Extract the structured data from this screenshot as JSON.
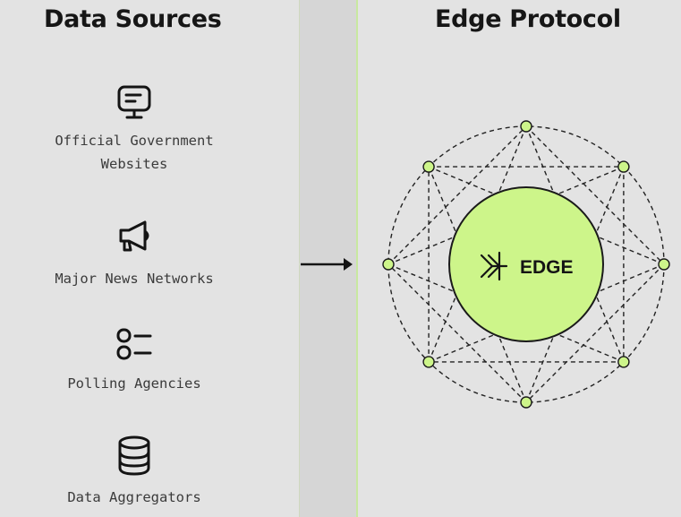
{
  "left_panel": {
    "title": "Data Sources"
  },
  "right_panel": {
    "title": "Edge Protocol"
  },
  "sources": [
    {
      "label_line1": "Official Government",
      "label_line2": "Websites",
      "icon": "monitor-icon"
    },
    {
      "label_line1": "Major News Networks",
      "icon": "megaphone-icon"
    },
    {
      "label_line1": "Polling Agencies",
      "icon": "list-icon"
    },
    {
      "label_line1": "Data Aggregators",
      "icon": "database-icon"
    }
  ],
  "hub": {
    "label": "EDGE",
    "icon": "edge-logo-icon"
  },
  "colors": {
    "background": "#e3e3e3",
    "divider": "#d6d6d6",
    "accent": "#cdf58a",
    "accent_stroke": "#1a1a1a",
    "text": "#161616"
  }
}
